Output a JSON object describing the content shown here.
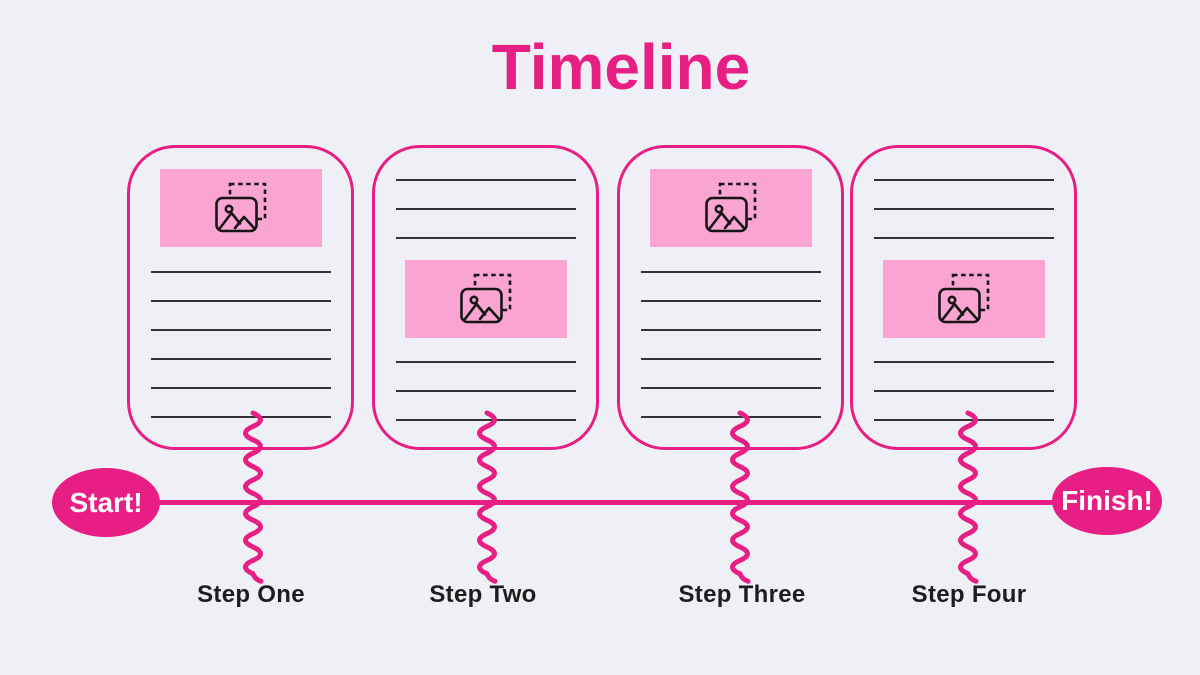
{
  "title": "Timeline",
  "badges": {
    "start": "Start!",
    "finish": "Finish!"
  },
  "steps": [
    {
      "label": "Step One",
      "image_position": "top"
    },
    {
      "label": "Step Two",
      "image_position": "middle"
    },
    {
      "label": "Step Three",
      "image_position": "top"
    },
    {
      "label": "Step Four",
      "image_position": "middle"
    }
  ],
  "icons": {
    "card_placeholder": "image-placeholder-icon"
  },
  "colors": {
    "background": "#eef0f5",
    "accent": "#e71e83",
    "light_pink": "#f9a4d1",
    "placeholder_line": "#333333",
    "label_text": "#1d1d1d",
    "badge_text": "#ffffff"
  }
}
